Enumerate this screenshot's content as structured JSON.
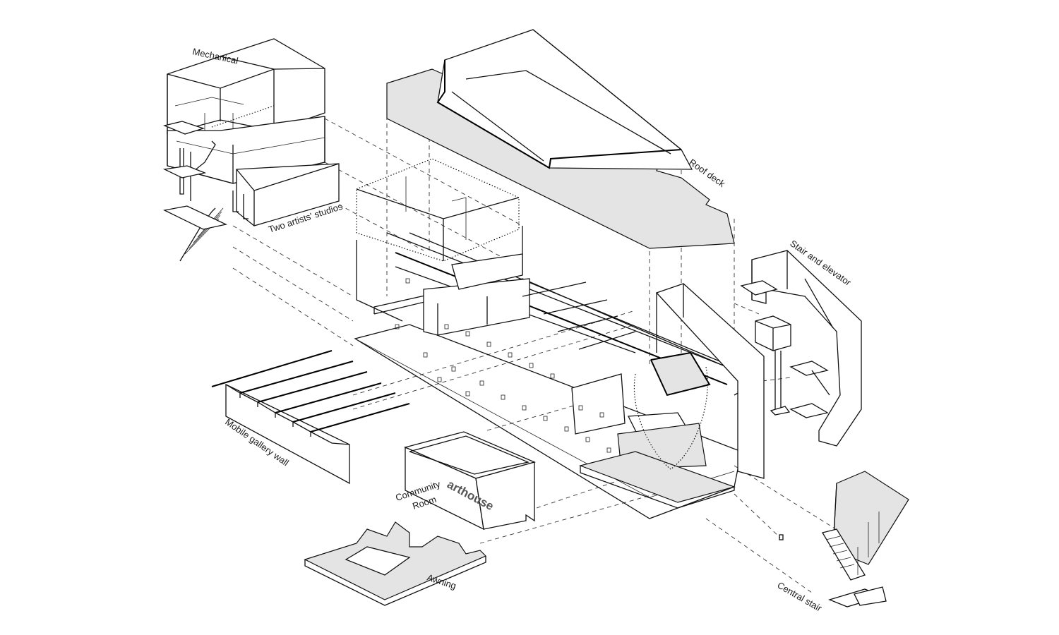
{
  "diagram": {
    "labels": {
      "mechanical": "Mechanical",
      "studios": "Two artists' studios",
      "roof_deck": "Roof deck",
      "stair_elevator": "Stair and elevator",
      "mobile_wall": "Mobile gallery wall",
      "community_room_line1": "Community",
      "community_room_line2": "Room",
      "awning": "Awning",
      "central_stair": "Central stair",
      "brand_sign": "arthouse"
    }
  }
}
